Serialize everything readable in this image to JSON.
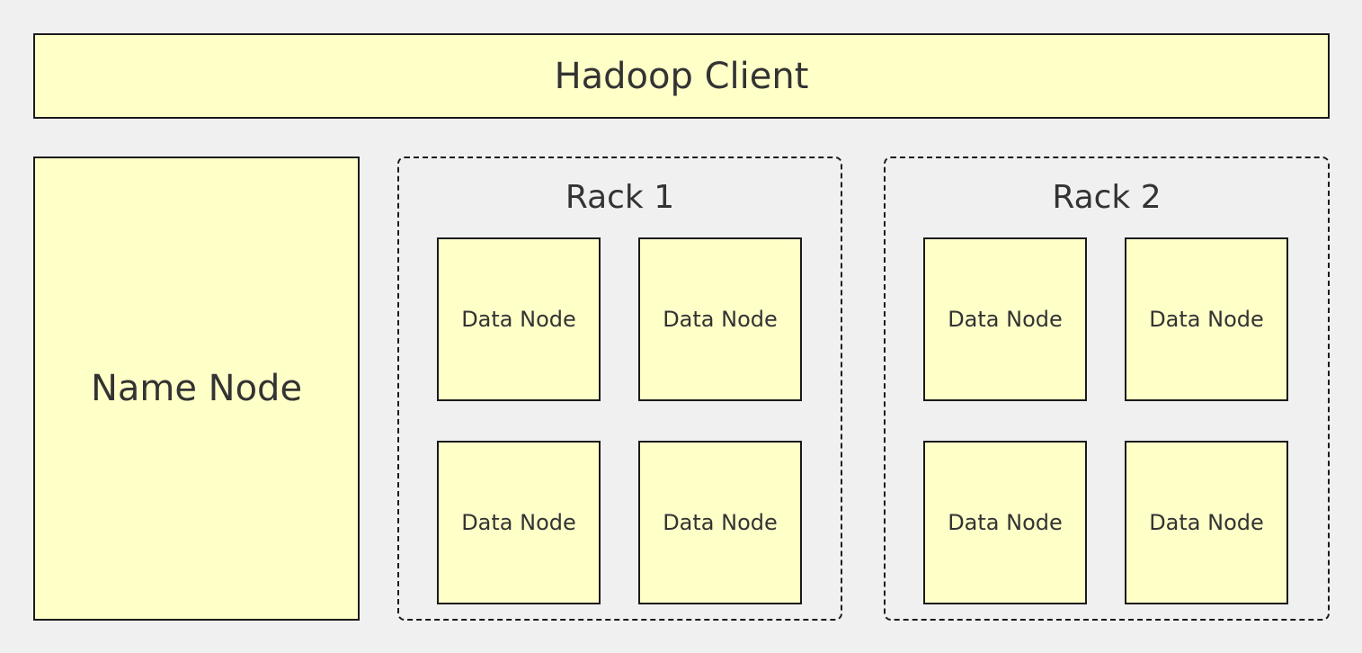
{
  "client": {
    "label": "Hadoop Client"
  },
  "name_node": {
    "label": "Name Node"
  },
  "racks": [
    {
      "title": "Rack 1",
      "nodes": [
        "Data Node",
        "Data Node",
        "Data Node",
        "Data Node"
      ]
    },
    {
      "title": "Rack 2",
      "nodes": [
        "Data Node",
        "Data Node",
        "Data Node",
        "Data Node"
      ]
    }
  ],
  "colors": {
    "background": "#f0f0f0",
    "box_fill": "#ffffc8",
    "border": "#1a1a1a",
    "text": "#333333"
  }
}
